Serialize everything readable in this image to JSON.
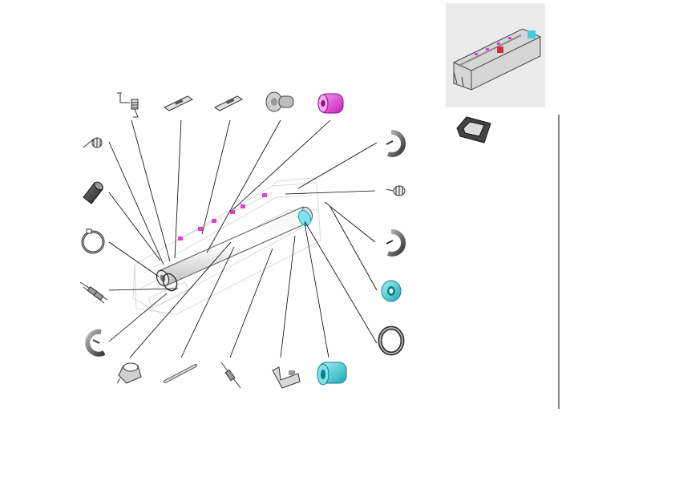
{
  "diagram": {
    "kind": "exploded-parts-diagram",
    "printed_text": [],
    "accent_colors": {
      "magenta_part": "#e23fd6",
      "cyan_part": "#3fd0dc",
      "line": "#000000",
      "housing_outline": "#d8d8d8"
    },
    "parts": [
      {
        "id": "torsion-spring-small",
        "icon": "spring-icon"
      },
      {
        "id": "spring-with-bracket",
        "icon": "spring-bracket-icon"
      },
      {
        "id": "clip-plate-a",
        "icon": "clip-plate-icon"
      },
      {
        "id": "clip-plate-b",
        "icon": "clip-plate-icon"
      },
      {
        "id": "shoulder-screw",
        "icon": "screw-icon"
      },
      {
        "id": "gear-magenta",
        "icon": "gear-icon"
      },
      {
        "id": "e-ring-top-right",
        "icon": "e-ring-icon"
      },
      {
        "id": "torsion-spring-right",
        "icon": "spring-icon"
      },
      {
        "id": "roller-sleeve",
        "icon": "roller-sleeve-icon"
      },
      {
        "id": "snap-ring-left",
        "icon": "snap-ring-icon"
      },
      {
        "id": "e-ring-right",
        "icon": "e-ring-icon"
      },
      {
        "id": "thermistor-left",
        "icon": "thermistor-icon"
      },
      {
        "id": "bearing-cyan",
        "icon": "bearing-icon"
      },
      {
        "id": "e-ring-bottom-left",
        "icon": "e-ring-icon"
      },
      {
        "id": "washer-right",
        "icon": "washer-icon"
      },
      {
        "id": "thermostat",
        "icon": "thermostat-icon"
      },
      {
        "id": "heater-lamp",
        "icon": "heater-lamp-icon"
      },
      {
        "id": "thermistor-bottom",
        "icon": "thermistor-icon"
      },
      {
        "id": "bracket-bottom",
        "icon": "bracket-icon"
      },
      {
        "id": "bushing-cyan",
        "icon": "bushing-icon"
      },
      {
        "id": "fuser-assembly-thumbnail",
        "icon": "fuser-assembly-icon"
      },
      {
        "id": "handle-bracket",
        "icon": "handle-bracket-icon"
      }
    ]
  }
}
